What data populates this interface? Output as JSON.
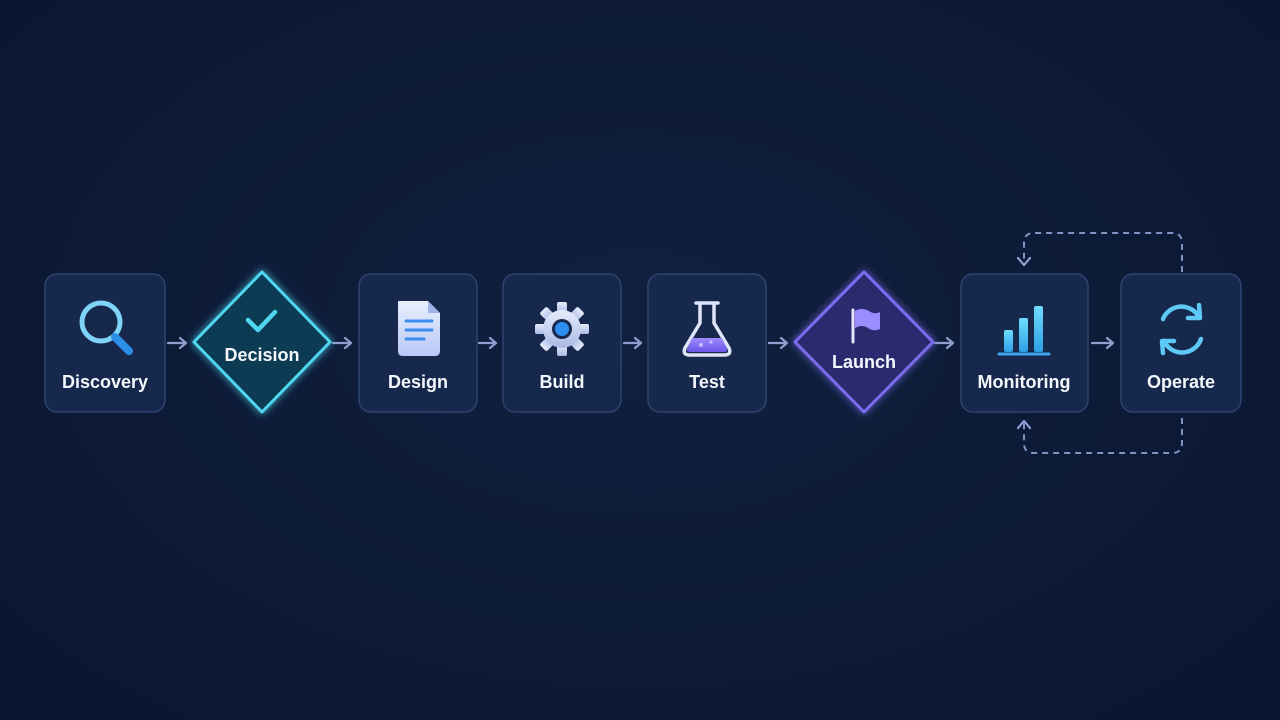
{
  "nodes": [
    {
      "id": "discovery",
      "label": "Discovery",
      "shape": "box",
      "icon": "magnifier-icon"
    },
    {
      "id": "decision",
      "label": "Decision",
      "shape": "diamond",
      "icon": "checkmark-icon"
    },
    {
      "id": "design",
      "label": "Design",
      "shape": "box",
      "icon": "document-icon"
    },
    {
      "id": "build",
      "label": "Build",
      "shape": "box",
      "icon": "gear-icon"
    },
    {
      "id": "test",
      "label": "Test",
      "shape": "box",
      "icon": "flask-icon"
    },
    {
      "id": "launch",
      "label": "Launch",
      "shape": "diamond",
      "icon": "flag-icon"
    },
    {
      "id": "monitoring",
      "label": "Monitoring",
      "shape": "box",
      "icon": "bar-chart-icon"
    },
    {
      "id": "operate",
      "label": "Operate",
      "shape": "box",
      "icon": "refresh-icon"
    }
  ],
  "edges": [
    {
      "from": "discovery",
      "to": "decision"
    },
    {
      "from": "decision",
      "to": "design"
    },
    {
      "from": "design",
      "to": "build"
    },
    {
      "from": "build",
      "to": "test"
    },
    {
      "from": "test",
      "to": "launch"
    },
    {
      "from": "launch",
      "to": "monitoring"
    },
    {
      "from": "monitoring",
      "to": "operate"
    },
    {
      "from": "operate",
      "to": "monitoring",
      "style": "dashed-loop-top"
    },
    {
      "from": "operate",
      "to": "monitoring",
      "style": "dashed-loop-bottom"
    }
  ],
  "colors": {
    "background": "#0c1a36",
    "box_fill": "#16284b",
    "box_border": "#2d4470",
    "decision_accent": "#4fd6f0",
    "launch_accent": "#7b6cf0",
    "icon_blue": "#5ec9f5",
    "arrow": "#8d9fce"
  }
}
